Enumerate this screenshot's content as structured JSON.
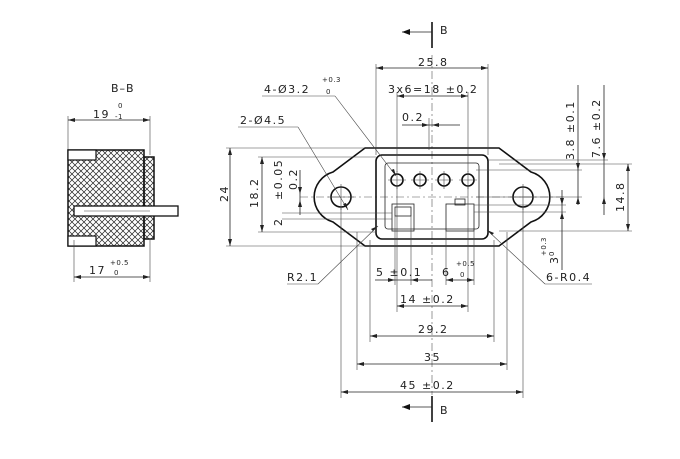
{
  "section_title": "B–B",
  "section_marker": "B",
  "side_view": {
    "width_dim": "19",
    "width_tol_upper": "0",
    "width_tol_lower": "-1",
    "bottom_dim": "17",
    "bottom_tol_upper": "+0.5",
    "bottom_tol_lower": "0"
  },
  "front_view": {
    "overall_width": "25.8",
    "hole_label": "4-Ø3.2",
    "hole_tol_upper": "+0.3",
    "hole_tol_lower": "0",
    "pitch_label": "3x6=18  ±0.2",
    "mount_hole_label": "2-Ø4.5",
    "offset_label": "0.2",
    "height_24": "24",
    "height_18_2": "18.2",
    "tol_0_05": "±0.05",
    "dim_0_2_v": "0.2",
    "dim_2": "2",
    "dim_3_8": "3.8  ±0.1",
    "dim_7_6": "7.6  ±0.2",
    "dim_14_8": "14.8",
    "dim_3": "3",
    "dim_3_tol_upper": "+0.3",
    "dim_3_tol_lower": "0",
    "radius_r2_1": "R2.1",
    "dim_5": "5  ±0.1",
    "dim_6": "6",
    "dim_6_tol_upper": "+0.5",
    "dim_6_tol_lower": "0",
    "radius_r0_4": "6-R0.4",
    "dim_14": "14  ±0.2",
    "dim_29_2": "29.2",
    "dim_35": "35",
    "dim_45": "45  ±0.2"
  }
}
